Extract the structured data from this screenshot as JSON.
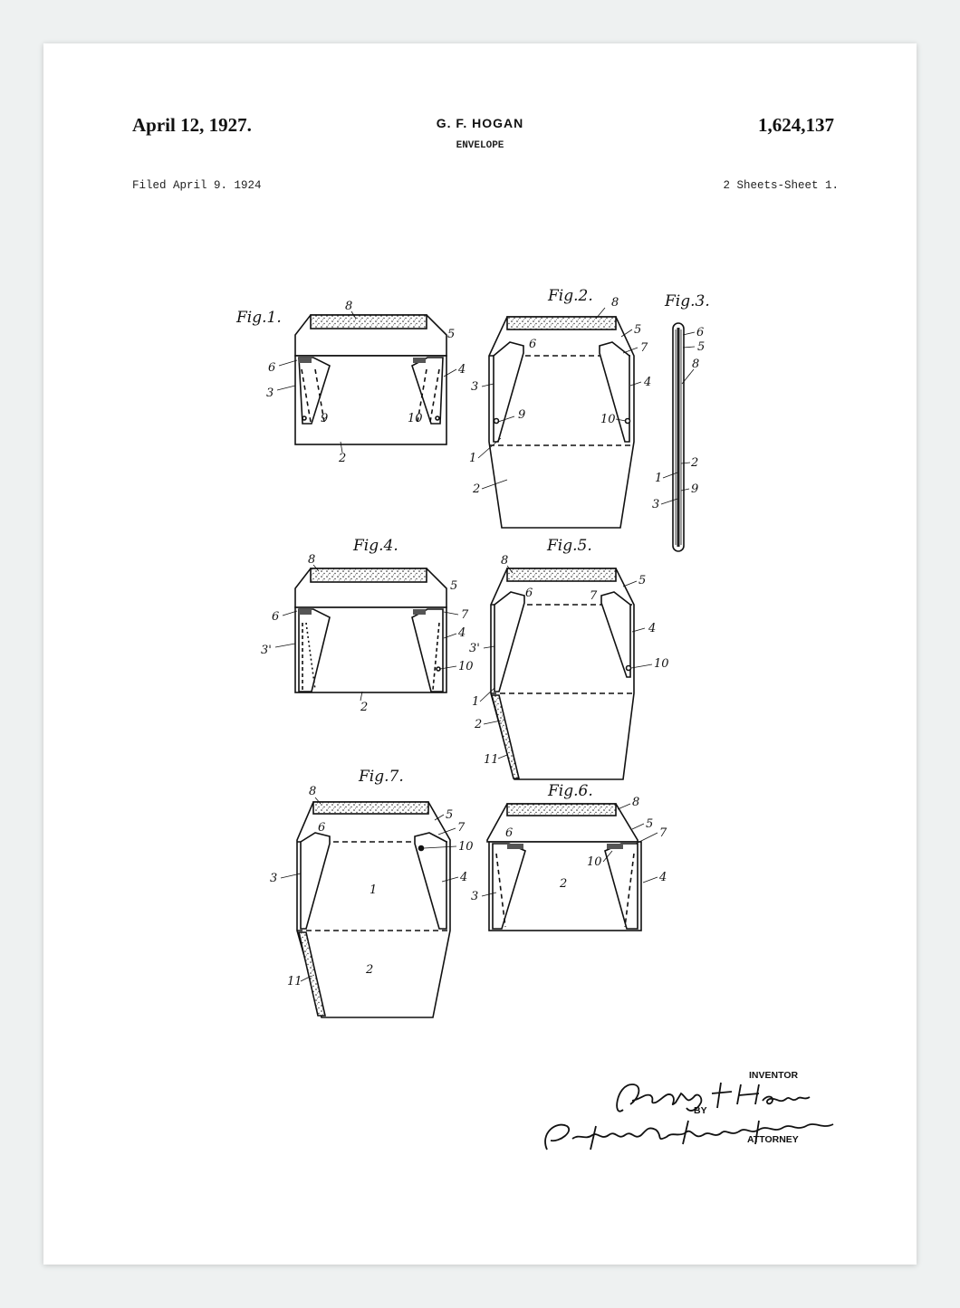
{
  "header": {
    "date": "April 12, 1927.",
    "inventor": "G. F. HOGAN",
    "title": "ENVELOPE",
    "patent_number": "1,624,137",
    "filed": "Filed April 9. 1924",
    "sheets": "2 Sheets-Sheet 1."
  },
  "figures": {
    "fig1": "Fig.1.",
    "fig2": "Fig.2.",
    "fig3": "Fig.3.",
    "fig4": "Fig.4.",
    "fig5": "Fig.5.",
    "fig6": "Fig.6.",
    "fig7": "Fig.7."
  },
  "reference_numerals": [
    "1",
    "2",
    "3",
    "3'",
    "4",
    "5",
    "6",
    "7",
    "8",
    "9",
    "10",
    "11"
  ],
  "signature": {
    "inventor_label": "INVENTOR",
    "by_label": "BY",
    "attorney_label": "ATTORNEY",
    "inventor_signature": "George F. Hogan",
    "attorney_signature": "Pennie Davis Marvin & Edmonds"
  }
}
